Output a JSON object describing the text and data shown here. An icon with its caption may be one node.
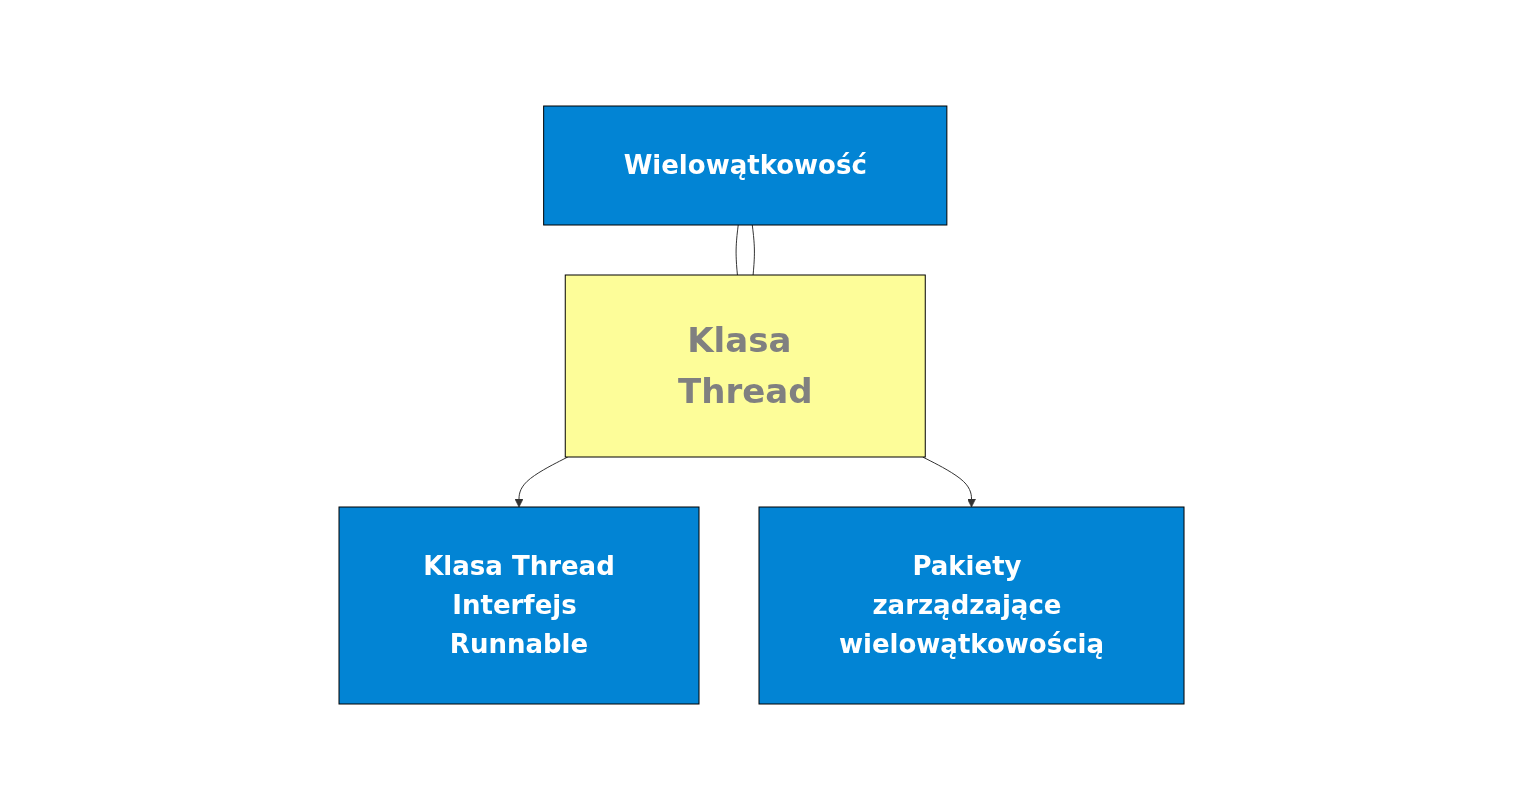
{
  "diagram": {
    "nodes": [
      {
        "text": [
          "Wielowątkowość"
        ]
      },
      {
        "text": [
          "Klasa Thread"
        ]
      },
      {
        "text": [
          "Klasa Thread",
          "Interfejs Runnable"
        ]
      },
      {
        "text": [
          "Pakiety zarządzające wielowątkowością"
        ]
      }
    ],
    "edges": [
      {
        "from": 0,
        "to": 1,
        "arrow": "none"
      },
      {
        "from": 0,
        "to": 1,
        "arrow": "none"
      },
      {
        "from": 1,
        "to": 2,
        "arrow": "to"
      },
      {
        "from": 1,
        "to": 3,
        "arrow": "to"
      }
    ]
  }
}
